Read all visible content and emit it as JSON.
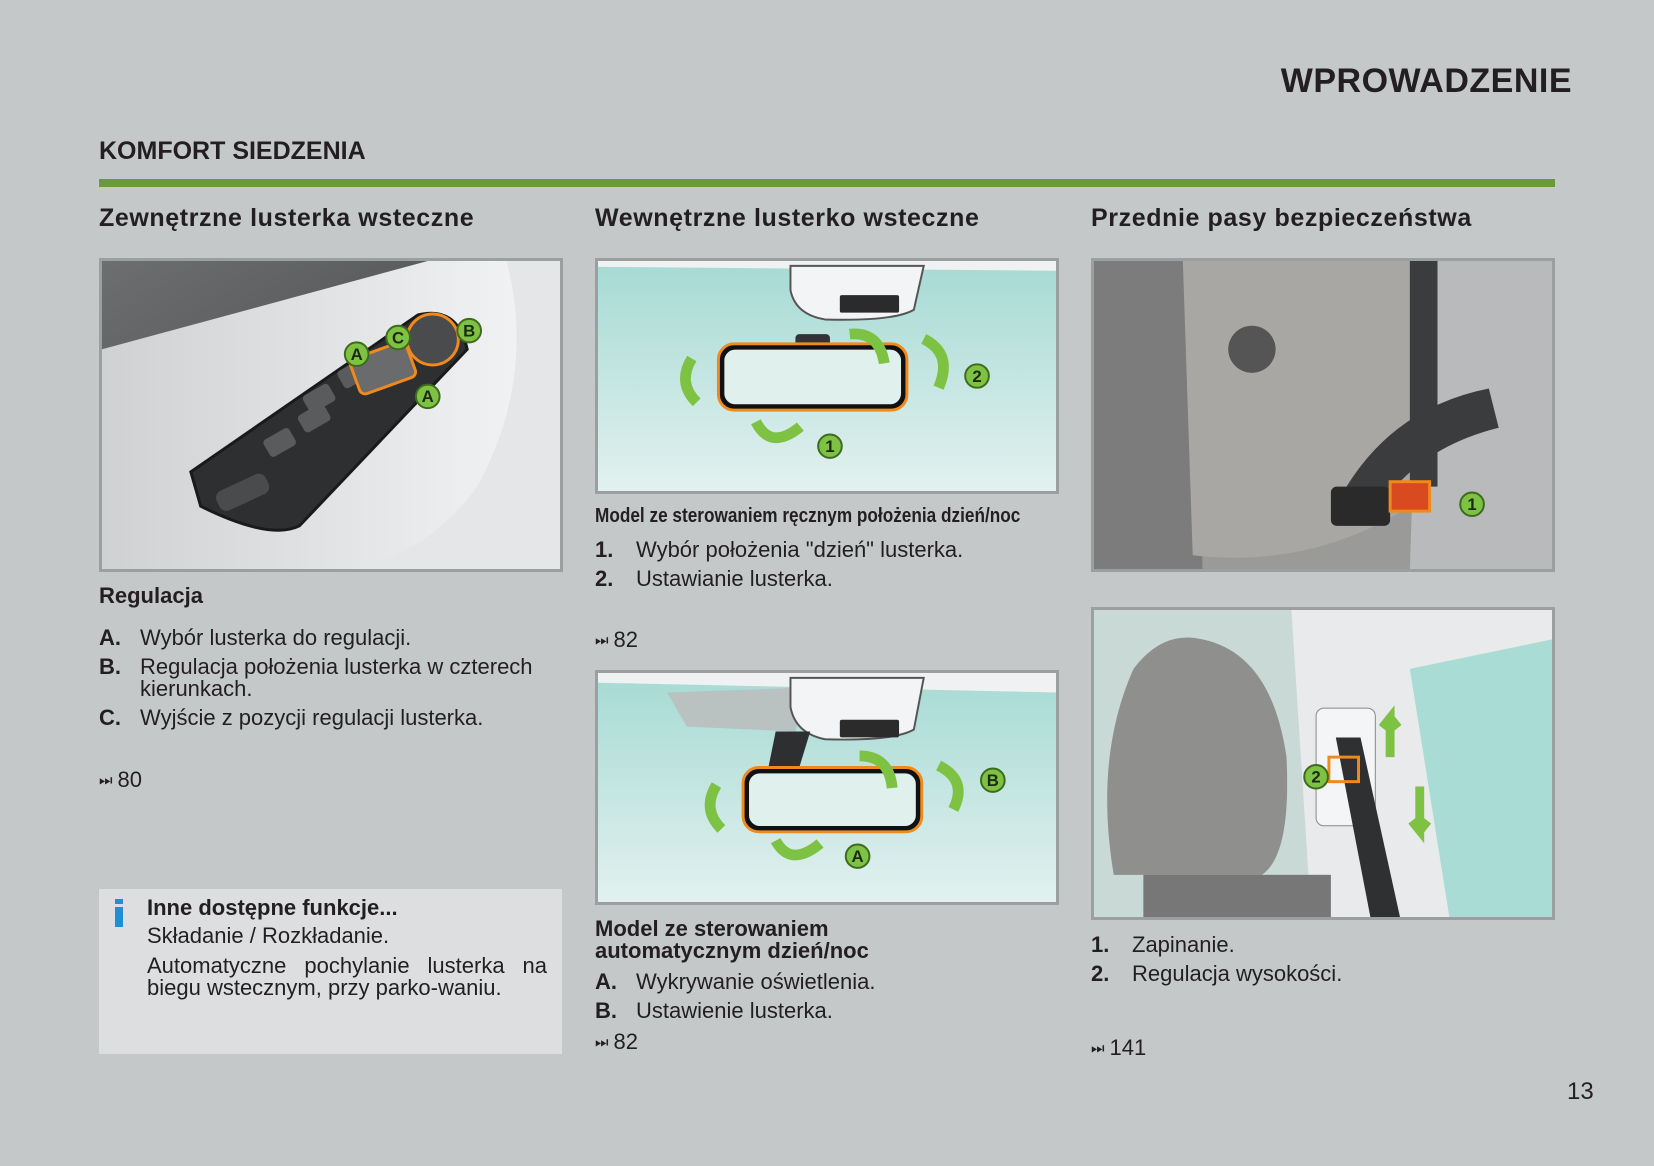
{
  "header": {
    "section_title": "WPROWADZENIE",
    "chapter_title": "KOMFORT SIEDZENIA",
    "page_number": "13"
  },
  "colors": {
    "accent_rule": "#6a9a3a",
    "info_icon": "#1e8fd5",
    "callout_green": "#7dc242",
    "highlight_orange": "#f08a1c"
  },
  "col1": {
    "heading": "Zewnętrzne lusterka wsteczne",
    "figure_callouts": [
      "A",
      "B",
      "C",
      "A"
    ],
    "subheading": "Regulacja",
    "items": [
      {
        "key": "A.",
        "text": "Wybór lusterka do regulacji."
      },
      {
        "key": "B.",
        "text": "Regulacja położenia lusterka w czterech kierunkach."
      },
      {
        "key": "C.",
        "text": "Wyjście z pozycji regulacji lusterka."
      }
    ],
    "ref_icon": "⏭",
    "ref_page": "80",
    "info": {
      "title": "Inne dostępne funkcje...",
      "lines": [
        "Składanie / Rozkładanie.",
        "Automatyczne pochylanie lusterka na biegu wstecznym, przy parko-waniu."
      ]
    }
  },
  "col2": {
    "heading": "Wewnętrzne lusterko wsteczne",
    "manual": {
      "caption": "Model ze sterowaniem ręcznym położenia dzień/noc",
      "figure_callouts": [
        "1",
        "2"
      ],
      "items": [
        {
          "key": "1.",
          "text": "Wybór położenia \"dzień\" lusterka."
        },
        {
          "key": "2.",
          "text": "Ustawianie lusterka."
        }
      ],
      "ref_page": "82"
    },
    "automatic": {
      "caption": "Model ze sterowaniem automatycznym dzień/noc",
      "figure_callouts": [
        "A",
        "B"
      ],
      "items": [
        {
          "key": "A.",
          "text": "Wykrywanie oświetlenia."
        },
        {
          "key": "B.",
          "text": "Ustawienie lusterka."
        }
      ],
      "ref_page": "82"
    }
  },
  "col3": {
    "heading": "Przednie pasy bezpieczeństwa",
    "figure_callouts": [
      "1",
      "2"
    ],
    "items": [
      {
        "key": "1.",
        "text": "Zapinanie."
      },
      {
        "key": "2.",
        "text": "Regulacja wysokości."
      }
    ],
    "ref_page": "141"
  }
}
